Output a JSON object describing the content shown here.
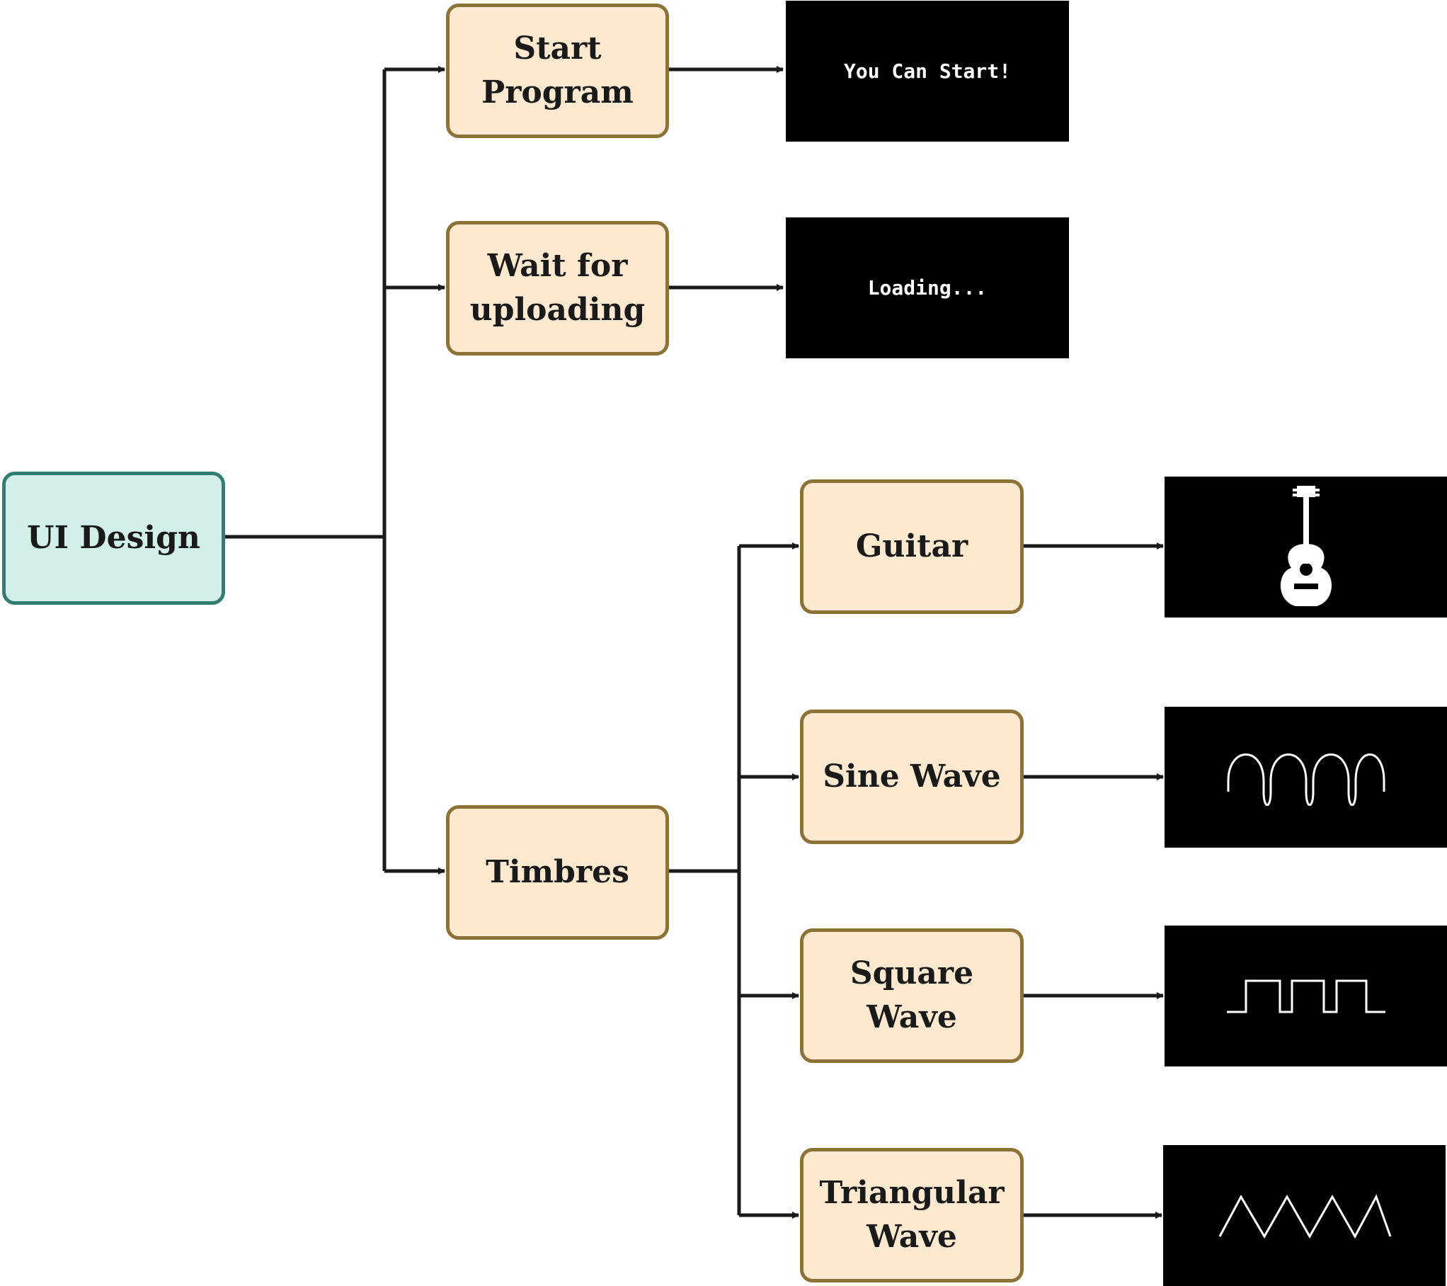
{
  "nodes": {
    "ui_design": "UI Design",
    "start_program": "Start\nProgram",
    "wait_upload": "Wait for\nuploading",
    "timbres": "Timbres",
    "guitar": "Guitar",
    "sine_wave": "Sine Wave",
    "square_wave": "Square Wave",
    "triangular_wave": "Triangular\nWave"
  },
  "screens": {
    "start": "You Can Start!",
    "loading": "Loading...",
    "guitar": "guitar-icon",
    "sine": "sine-wave-icon",
    "square": "square-wave-icon",
    "triangle": "triangle-wave-icon"
  },
  "colors": {
    "connector": "#1a1a1a",
    "node_fill": "#fde9d0",
    "node_border": "#8c7236",
    "root_fill": "#d2f0e9",
    "root_border": "#2f7d73",
    "screen_bg": "#000000"
  }
}
